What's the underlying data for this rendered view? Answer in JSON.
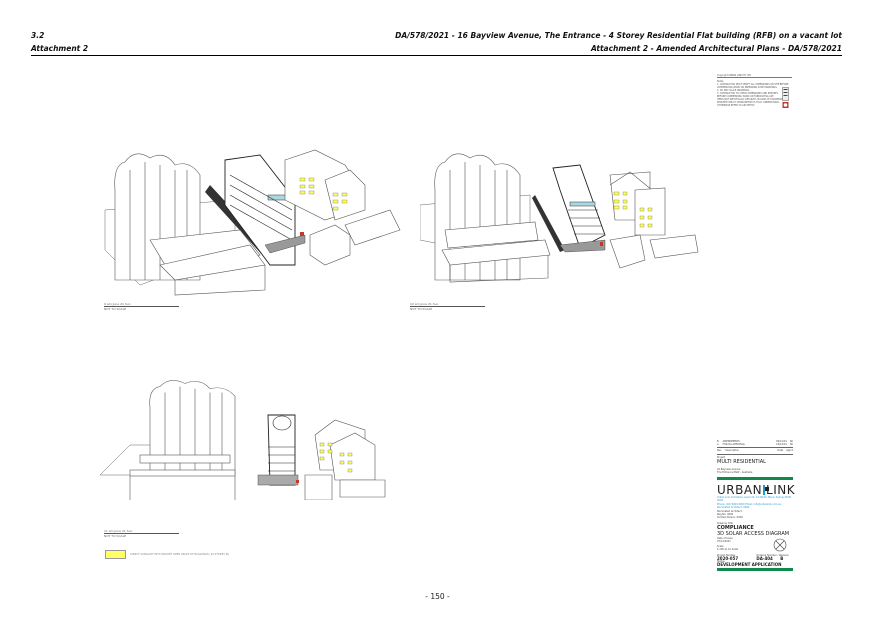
{
  "header": {
    "left_line1": "3.2",
    "left_line2": "Attachment 2",
    "right_line1": "DA/578/2021 - 16 Bayview Avenue, The Entrance - 4 Storey Residential Flat building (RFB) on a vacant lot",
    "right_line2": "Attachment 2 - Amended Architectural Plans - DA/578/2021"
  },
  "views": [
    {
      "label": "9 am June 21 Sun",
      "scale": "NOT TO SCALE"
    },
    {
      "label": "10 am June 21 Sun",
      "scale": "NOT TO SCALE"
    },
    {
      "label": "11 am June 21 Sun",
      "scale": "NOT TO SCALE"
    }
  ],
  "legend": {
    "color": "#ffff66",
    "text": "DIRECT SUNLIGHT INTO PRIVATE OPEN SPACE OF BUILDINGS (19 STOREY M)"
  },
  "notes": {
    "title": "Copyright URBAN LINK PTY LTD",
    "heading": "Notes:",
    "lines": [
      "1. CONTRACTOR MUST VERIFY ALL DIMENSIONS ON SITE BEFORE",
      "COMMENCING WORK OR PREPARING SHOP DRAWINGS.",
      "2. DO NOT SCALE DRAWINGS.",
      "3. CONTRACTOR TO CHECK DIMENSIONS AND REPORTS",
      "BEFORE COMMENCING WORK OR FABRICATING ANY",
      "ITEMS NOT SPECIFICALLY DETAILED. IN CASE OF DISCREPANCY",
      "PROCEED ONLY IF WORK/INTENT IS FULLY UNDERSTOOD,",
      "OTHERWISE REFER TO ARCHITECT."
    ]
  },
  "title_block": {
    "revisions": [
      {
        "rev": "B",
        "desc": "AMENDMENTS",
        "date": "09/12/21",
        "by": "SK"
      },
      {
        "rev": "A",
        "desc": "FOR DA APPROVAL",
        "date": "19/12/21",
        "by": "SK"
      }
    ],
    "rev_headers": {
      "rev": "Rev",
      "desc": "Description",
      "date": "Date",
      "by": "App'd"
    },
    "project_label": "Project",
    "project": "MULTI RESIDENTIAL",
    "address_line1": "16 Bayview Avenue",
    "address_line2": "The Entrance NSW - Australia",
    "brand_left": "URBAN",
    "brand_right": "LINK",
    "brand_info": [
      "Urban Link Architects, Level 10, 14 Martin Place, Sydney NSW 2000",
      "Phone: (02) 9000 0000  Email: info@urbanlink.com.au",
      "Nominated Architect: 0000"
    ],
    "contact": [
      "Nominated Architect",
      "Reg No: 0000",
      "Contact Person: 0000"
    ],
    "drawing_title_label": "Drawing Title",
    "drawing_title1": "COMPLIANCE",
    "drawing_title2": "3D SOLAR ACCESS DIAGRAM",
    "date_label": "Date of Issue",
    "date": "07/12/2021",
    "scale_label": "Scale",
    "scale": "1:200 @ A1 Scale",
    "project_no_label": "Project Number",
    "project_no": "2020-057",
    "drawing_no_label": "Drawing Number / Revision",
    "drawing_no": "DA-404",
    "revision": "B",
    "status_label": "Status",
    "status": "DEVELOPMENT APPLICATION",
    "accent_green": "#0f8a4a",
    "accent_blue": "#2a9ad0"
  },
  "footer": {
    "page_number": "- 150 -"
  }
}
